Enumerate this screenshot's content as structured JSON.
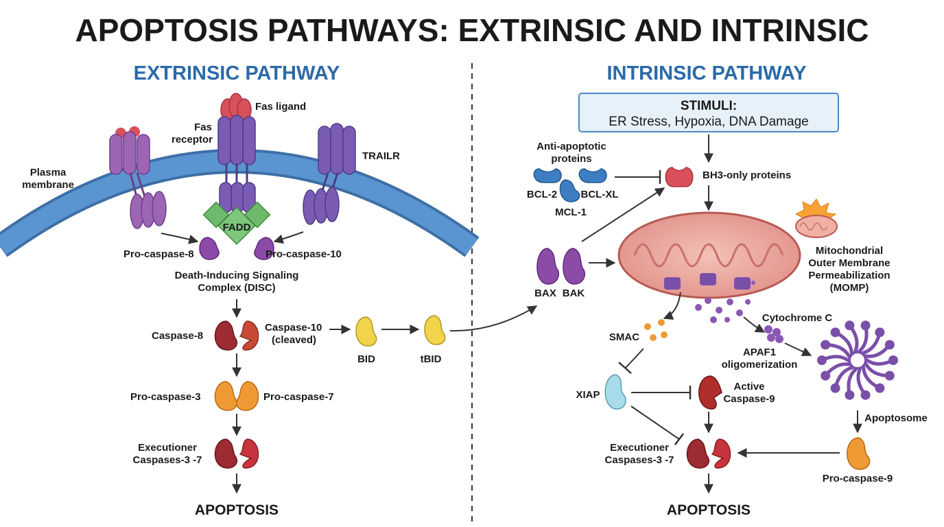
{
  "title": "APOPTOSIS PATHWAYS: EXTRINSIC AND INTRINSIC",
  "extrinsic": {
    "heading": "EXTRINSIC PATHWAY",
    "plasma_membrane": [
      "Plasma",
      "membrane"
    ],
    "fas_ligand": "Fas ligand",
    "fas_receptor": [
      "Fas",
      "receptor"
    ],
    "trailr": "TRAILR",
    "fadd": "FADD",
    "pro_caspase_8": "Pro-caspase-8",
    "pro_caspase_10": "Pro-caspase-10",
    "disc": [
      "Death-Inducing Signaling",
      "Complex (DISC)"
    ],
    "caspase_8": "Caspase-8",
    "caspase_10": [
      "Caspase-10",
      "(cleaved)"
    ],
    "bid": "BID",
    "tbid": "tBID",
    "pro_caspase_3": "Pro-caspase-3",
    "pro_caspase_7": "Pro-caspase-7",
    "executioner": [
      "Executioner",
      "Caspases-3 -7"
    ],
    "apoptosis": "APOPTOSIS"
  },
  "intrinsic": {
    "heading": "INTRINSIC PATHWAY",
    "stimuli_title": "STIMULI:",
    "stimuli_text": "ER Stress, Hypoxia, DNA Damage",
    "anti_apoptotic": [
      "Anti-apoptotic",
      "proteins"
    ],
    "bcl2": "BCL-2",
    "bclxl": "BCL-XL",
    "mcl1": "MCL-1",
    "bh3": "BH3-only proteins",
    "bax": "BAX",
    "bak": "BAK",
    "momp": [
      "Mitochondrial",
      "Outer Membrane",
      "Permeabilization",
      "(MOMP)"
    ],
    "cytochrome_c": "Cytochrome C",
    "smac": "SMAC",
    "apaf1": [
      "APAF1",
      "oligomerization"
    ],
    "xiap": "XIAP",
    "active_caspase_9": [
      "Active",
      "Caspase-9"
    ],
    "apoptosome": "Apoptosome",
    "executioner": [
      "Executioner",
      "Caspases-3 -7"
    ],
    "pro_caspase_9": "Pro-caspase-9",
    "apoptosis": "APOPTOSIS"
  },
  "colors": {
    "heading_blue": "#2a6aa8",
    "membrane_blue": "#4a86c6",
    "receptor_purple": "#7b5cb5",
    "receptor_violet": "#9c66b4",
    "ligand_red": "#d9505a",
    "fadd_green": "#6dbb6a",
    "caspase_dark_red": "#9c2b33",
    "caspase_orange": "#f09a35",
    "bid_yellow": "#f2d44c",
    "anti_blue": "#3d7ec2",
    "mito_pink": "#e6a29c",
    "xiap_cyan": "#a9dcea",
    "apoptosome_purple": "#7a4fa8"
  }
}
